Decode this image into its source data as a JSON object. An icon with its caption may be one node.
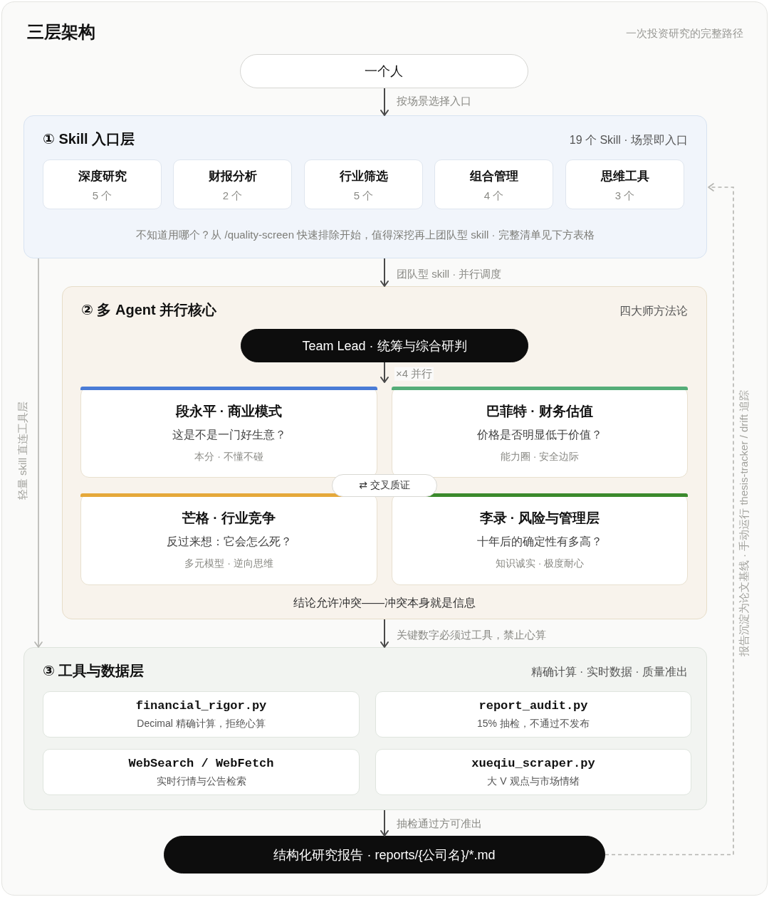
{
  "diagram": {
    "title": "三层架构",
    "nodes": [
      {
        "text": [
          "一个人"
        ]
      },
      {
        "text": [
          "① Skill 入口层",
          "19 个 Skill · 场景即入口",
          "不知道用哪个？从 /quality-screen 快速排除开始，值得深挖再上团队型 skill · 完整清单见下方表格"
        ]
      },
      {
        "text": [
          "深度研究",
          "5 个"
        ],
        "in": 1
      },
      {
        "text": [
          "财报分析",
          "2 个"
        ],
        "in": 1
      },
      {
        "text": [
          "行业筛选",
          "5 个"
        ],
        "in": 1
      },
      {
        "text": [
          "组合管理",
          "4 个"
        ],
        "in": 1
      },
      {
        "text": [
          "思维工具",
          "3 个"
        ],
        "in": 1
      },
      {
        "text": [
          "② 多 Agent 并行核心",
          "四大师方法论",
          "结论允许冲突——冲突本身就是信息"
        ]
      },
      {
        "text": [
          "Team Lead · 统筹与综合研判"
        ],
        "in": 7
      },
      {
        "text": [
          "段永平 · 商业模式",
          "这是不是一门好生意？",
          "本分 · 不懂不碰"
        ],
        "in": 7
      },
      {
        "text": [
          "巴菲特 · 财务估值",
          "价格是否明显低于价值？",
          "能力圈 · 安全边际"
        ],
        "in": 7
      },
      {
        "text": [
          "芒格 · 行业竞争",
          "反过来想：它会怎么死？",
          "多元模型 · 逆向思维"
        ],
        "in": 7
      },
      {
        "text": [
          "李录 · 风险与管理层",
          "十年后的确定性有多高？",
          "知识诚实 · 极度耐心"
        ],
        "in": 7
      },
      {
        "text": [
          "⇄ 交叉质证"
        ],
        "in": 7
      },
      {
        "text": [
          "③ 工具与数据层",
          "精确计算 · 实时数据 · 质量准出"
        ]
      },
      {
        "text": [
          "financial_rigor.py",
          "Decimal 精确计算，拒绝心算"
        ],
        "in": 14
      },
      {
        "text": [
          "report_audit.py",
          "15% 抽检，不通过不发布"
        ],
        "in": 14
      },
      {
        "text": [
          "WebSearch / WebFetch",
          "实时行情与公告检索"
        ],
        "in": 14
      },
      {
        "text": [
          "xueqiu_scraper.py",
          "大 V 观点与市场情绪"
        ],
        "in": 14
      },
      {
        "text": [
          "结构化研究报告 · reports/{公司名}/*.md"
        ]
      }
    ],
    "edges": [
      {
        "from": 0,
        "to": 1,
        "arrow": "to",
        "label": "按场景选择入口"
      },
      {
        "from": 1,
        "to": 7,
        "arrow": "to",
        "label": "团队型 skill · 并行调度"
      },
      {
        "from": 8,
        "to": 10,
        "arrow": "to",
        "label": "×4 并行"
      },
      {
        "from": 7,
        "to": 14,
        "arrow": "to",
        "label": "关键数字必须过工具，禁止心算"
      },
      {
        "from": 14,
        "to": 19,
        "arrow": "to",
        "label": "抽检通过方可准出"
      },
      {
        "from": 1,
        "to": 14,
        "arrow": "to",
        "label": "轻量 skill 直连工具层",
        "color": "#b4b4b0"
      },
      {
        "from": 19,
        "to": 1,
        "arrow": "to",
        "label": "报告沉淀为论文基线 · 手动运行 thesis-tracker / drift 追踪",
        "style": "dashed",
        "color": "#b4b4b0"
      }
    ],
    "labels": [
      "一次投资研究的完整路径"
    ]
  }
}
